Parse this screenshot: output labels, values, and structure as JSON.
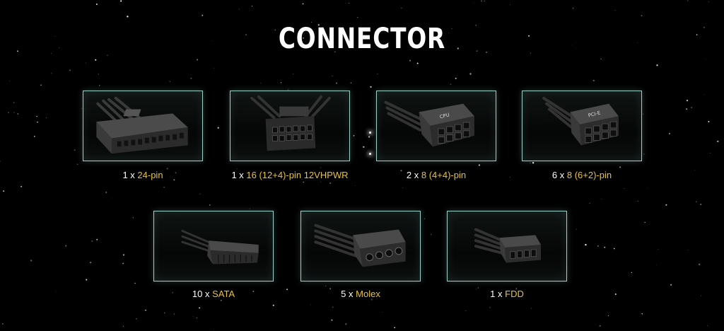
{
  "title": "CONNECTOR",
  "connectors": [
    {
      "qty": "1 x ",
      "spec": "24-pin",
      "icon": "atx-24pin-connector-icon"
    },
    {
      "qty": "1 x ",
      "spec": "16 (12+4)-pin 12VHPWR",
      "icon": "12vhpwr-connector-icon"
    },
    {
      "qty": "2 x ",
      "spec": "8 (4+4)-pin",
      "icon": "cpu-8pin-connector-icon",
      "label": "CPU"
    },
    {
      "qty": "6 x ",
      "spec": "8 (6+2)-pin",
      "icon": "pcie-8pin-connector-icon",
      "label": "PCI-E"
    },
    {
      "qty": "10 x ",
      "spec": "SATA",
      "icon": "sata-connector-icon"
    },
    {
      "qty": "5 x ",
      "spec": "Molex",
      "icon": "molex-connector-icon"
    },
    {
      "qty": "1 x ",
      "spec": "FDD",
      "icon": "fdd-connector-icon"
    }
  ],
  "colors": {
    "highlight": "#e8c23a",
    "border": "#9fd0c8",
    "background": "#000000"
  }
}
